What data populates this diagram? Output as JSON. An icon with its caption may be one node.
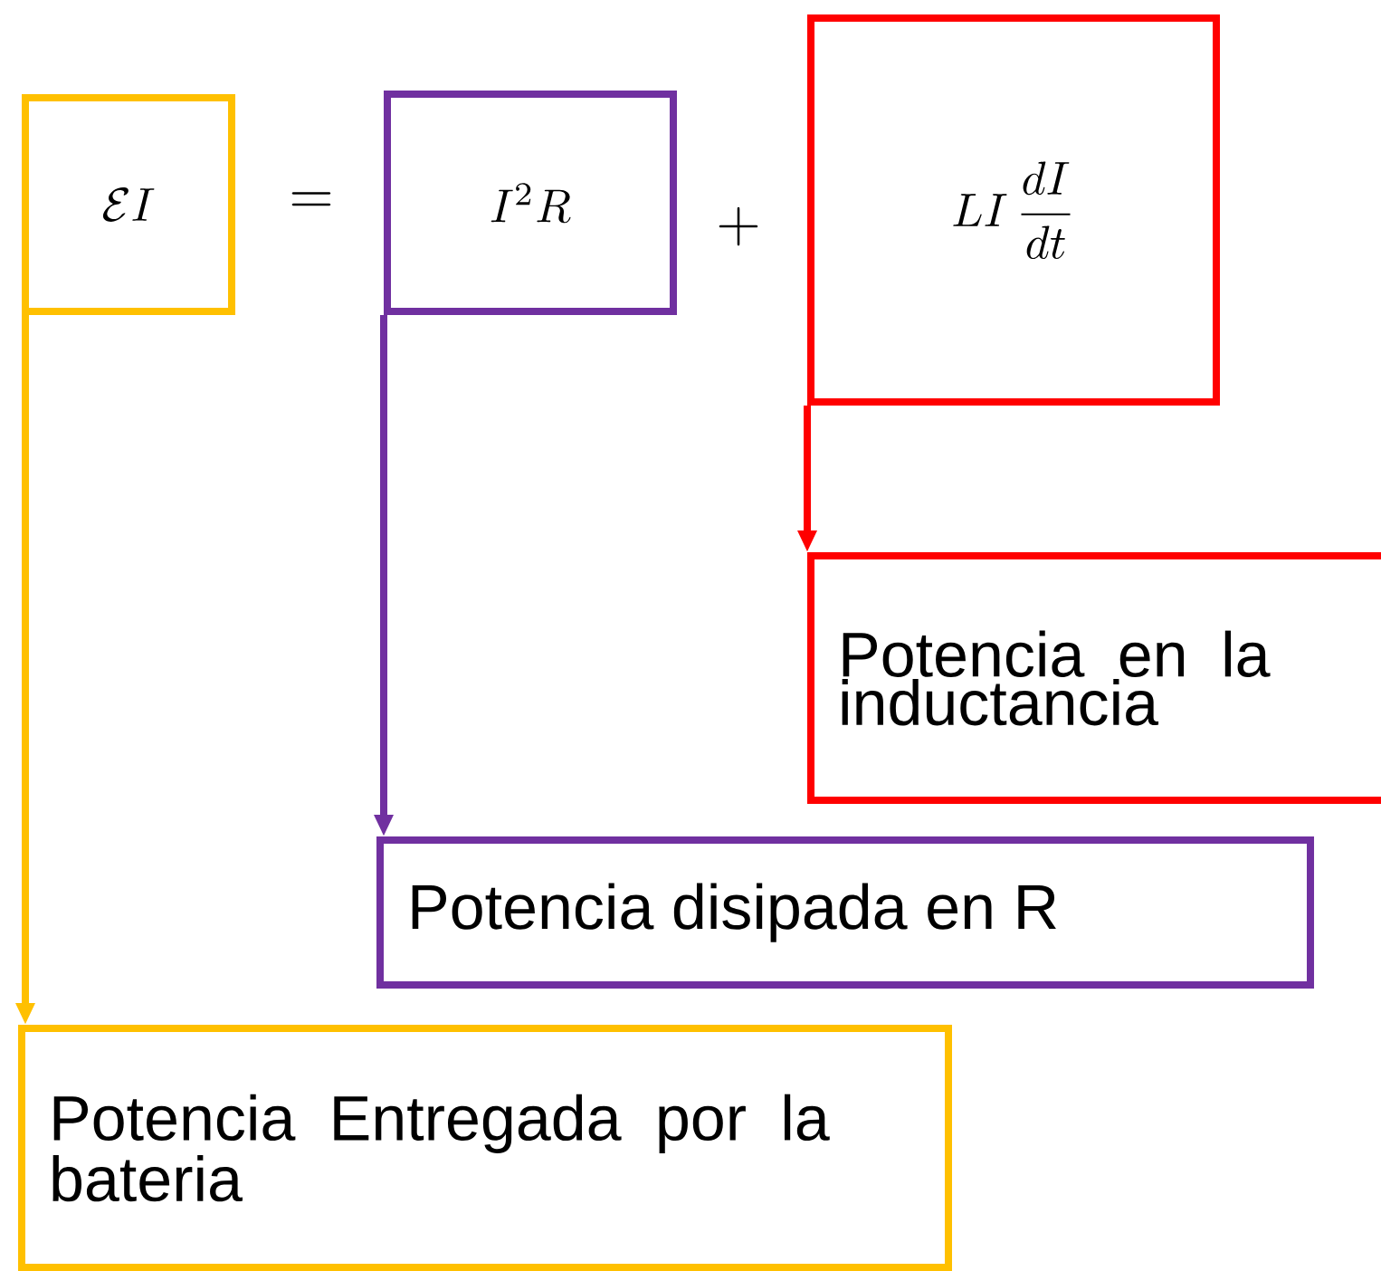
{
  "diagram": {
    "nodes": [
      {
        "text": [
          "\\mathcal{E}I"
        ]
      },
      {
        "text": [
          "I^2R"
        ]
      },
      {
        "text": [
          "LI\\,\\frac{dI}{dt}"
        ]
      },
      {
        "text": [
          "Potencia en la inductancia"
        ]
      },
      {
        "text": [
          "Potencia disipada en R"
        ]
      },
      {
        "text": [
          "Potencia Entregada por la bateria"
        ]
      }
    ],
    "edges": [
      {
        "from": 0,
        "to": 5,
        "arrow": "to",
        "color": "#ffc000"
      },
      {
        "from": 1,
        "to": 4,
        "arrow": "to",
        "color": "#7030a0"
      },
      {
        "from": 2,
        "to": 3,
        "arrow": "to",
        "color": "#ff0000"
      }
    ],
    "labels": [
      "=",
      "+"
    ]
  }
}
